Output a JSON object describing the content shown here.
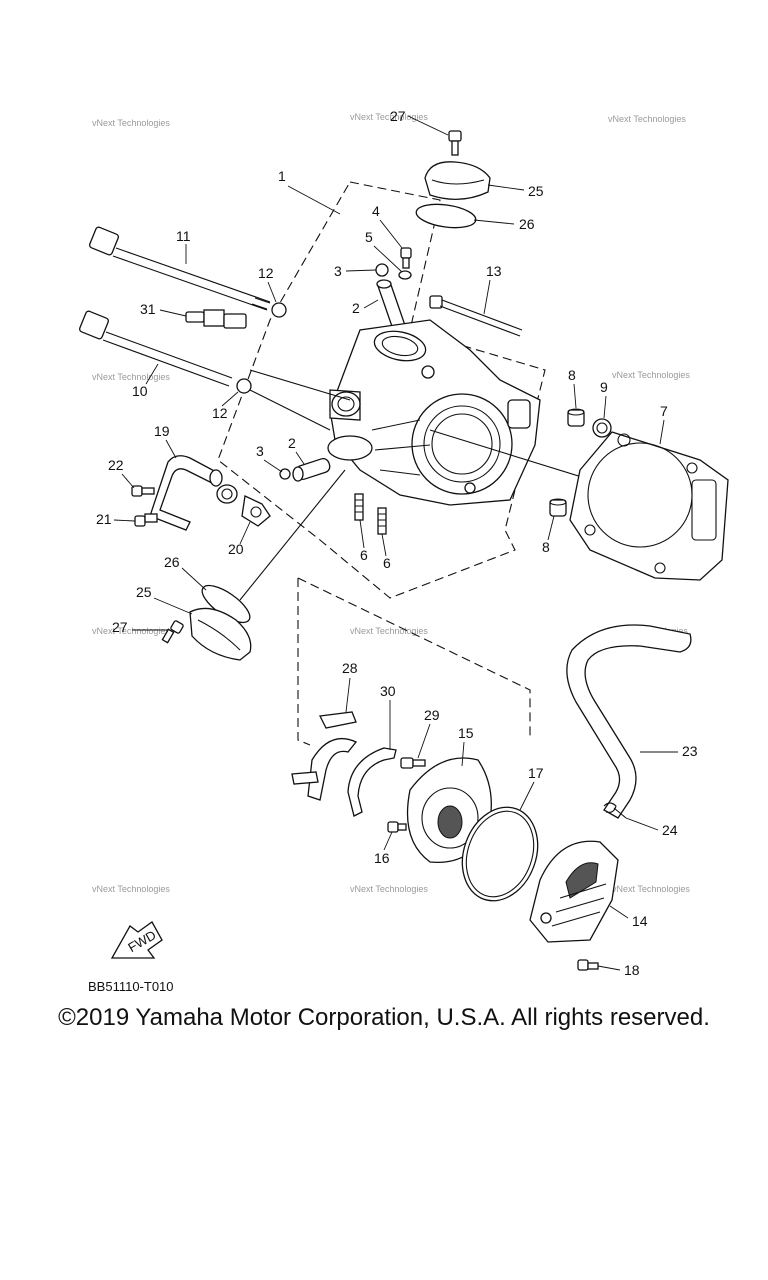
{
  "diagram": {
    "code": "BB51110-T010",
    "fwd_label": "FWD",
    "watermark": "vNext Technologies",
    "callouts": {
      "c1": "1",
      "c2a": "2",
      "c2b": "2",
      "c3a": "3",
      "c3b": "3",
      "c4": "4",
      "c5": "5",
      "c6a": "6",
      "c6b": "6",
      "c7": "7",
      "c8a": "8",
      "c8b": "8",
      "c9": "9",
      "c10": "10",
      "c11": "11",
      "c12a": "12",
      "c12b": "12",
      "c13": "13",
      "c14": "14",
      "c15": "15",
      "c16": "16",
      "c17": "17",
      "c18": "18",
      "c19": "19",
      "c20": "20",
      "c21": "21",
      "c22": "22",
      "c23": "23",
      "c24": "24",
      "c25a": "25",
      "c25b": "25",
      "c26a": "26",
      "c26b": "26",
      "c27a": "27",
      "c27b": "27",
      "c28": "28",
      "c29": "29",
      "c30": "30",
      "c31": "31"
    }
  },
  "footer": {
    "copyright": "©2019 Yamaha Motor Corporation, U.S.A. All rights reserved."
  }
}
